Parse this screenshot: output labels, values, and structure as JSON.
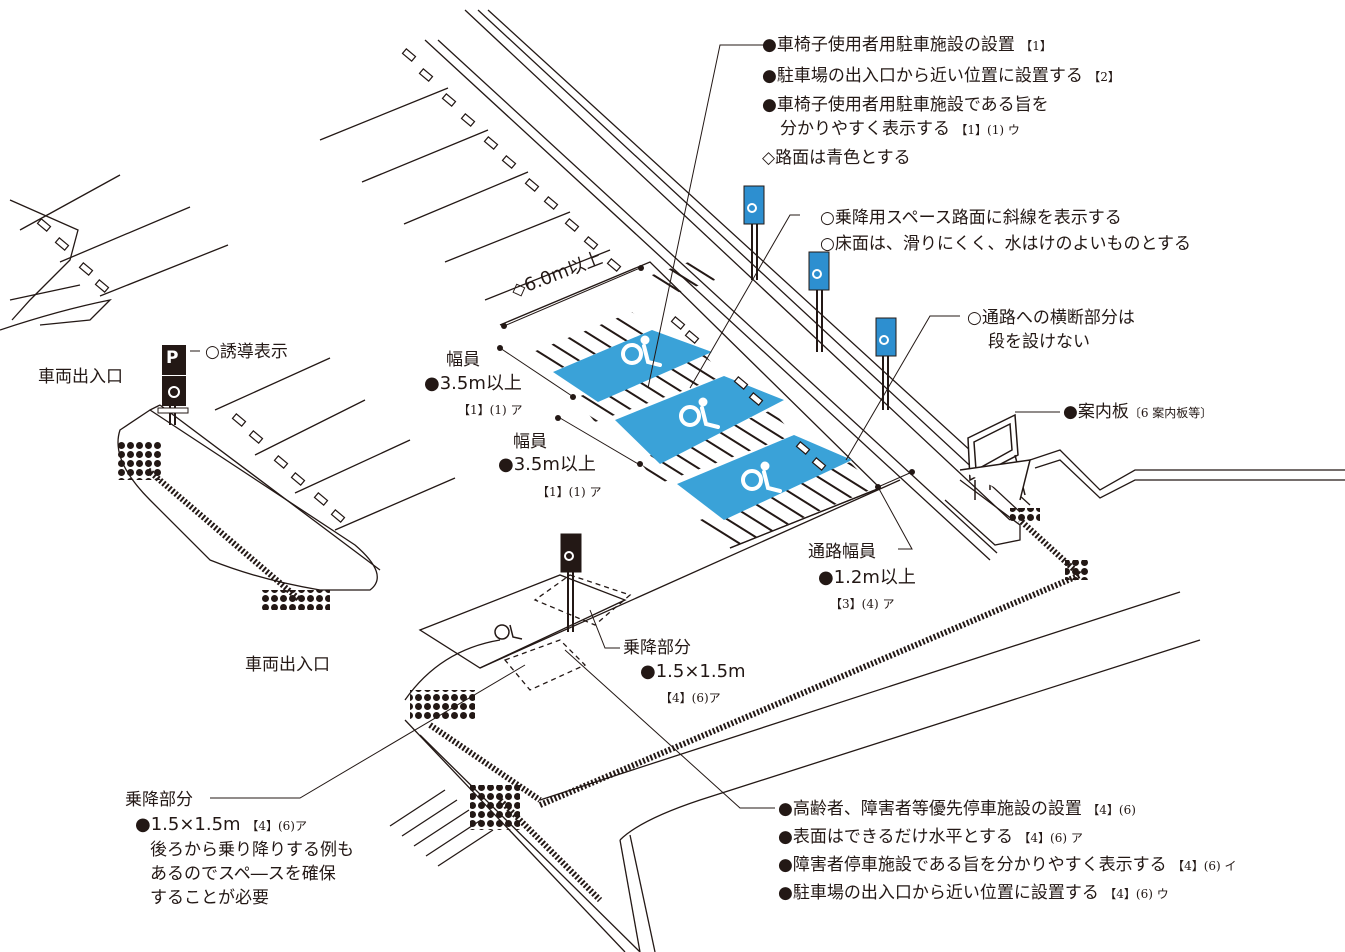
{
  "labels": {
    "entrance_left": "車両出入口",
    "entrance_bottom": "車両出入口",
    "guide_sign": "○誘導表示",
    "dim_6m": "◇6.0m以上",
    "width1": {
      "title": "幅員",
      "value": "●3.5m以上",
      "ref": "【1】(1) ア"
    },
    "width2": {
      "title": "幅員",
      "value": "●3.5m以上",
      "ref": "【1】(1) ア"
    },
    "top_notes": [
      {
        "text": "●車椅子使用者用駐車施設の設置",
        "ref": "【1】"
      },
      {
        "text": "●駐車場の出入口から近い位置に設置する",
        "ref": "【2】"
      },
      {
        "text": "●車椅子使用者用駐車施設である旨を",
        "ref": ""
      },
      {
        "text": "分かりやすく表示する",
        "ref": "【1】(1) ウ"
      },
      {
        "text": "◇路面は青色とする",
        "ref": ""
      }
    ],
    "hatch_notes": [
      "○乗降用スペース路面に斜線を表示する",
      "○床面は、滑りにくく、水はけのよいものとする"
    ],
    "crossing_notes": [
      "○通路への横断部分は",
      "段を設けない"
    ],
    "info_board": {
      "text": "●案内板",
      "ref": "〔6 案内板等〕"
    },
    "passage": {
      "title": "通路幅員",
      "value": "●1.2m以上",
      "ref": "【3】(4) ア"
    },
    "boarding1": {
      "title": "乗降部分",
      "value": "●1.5×1.5m",
      "ref": "【4】(6)ア"
    },
    "boarding2": {
      "title": "乗降部分",
      "value": "●1.5×1.5m",
      "ref": "【4】(6)ア",
      "notes": [
        "後ろから乗り降りする例も",
        "あるのでスペ―スを確保",
        "することが必要"
      ]
    },
    "bottom_notes": [
      {
        "text": "●高齢者、障害者等優先停車施設の設置",
        "ref": "【4】(6)"
      },
      {
        "text": "●表面はできるだけ水平とする",
        "ref": "【4】(6) ア"
      },
      {
        "text": "●障害者停車施設である旨を分かりやすく表示する",
        "ref": "【4】(6) イ"
      },
      {
        "text": "●駐車場の出入口から近い位置に設置する",
        "ref": "【4】(6) ウ"
      }
    ],
    "sign_p": "P"
  },
  "colors": {
    "accessible_blue": "#3aa2d8",
    "ink": "#231815",
    "sign_blue": "#2d8fd0"
  },
  "icons": [
    "wheelchair-icon",
    "parking-sign-icon",
    "tactile-paving"
  ]
}
